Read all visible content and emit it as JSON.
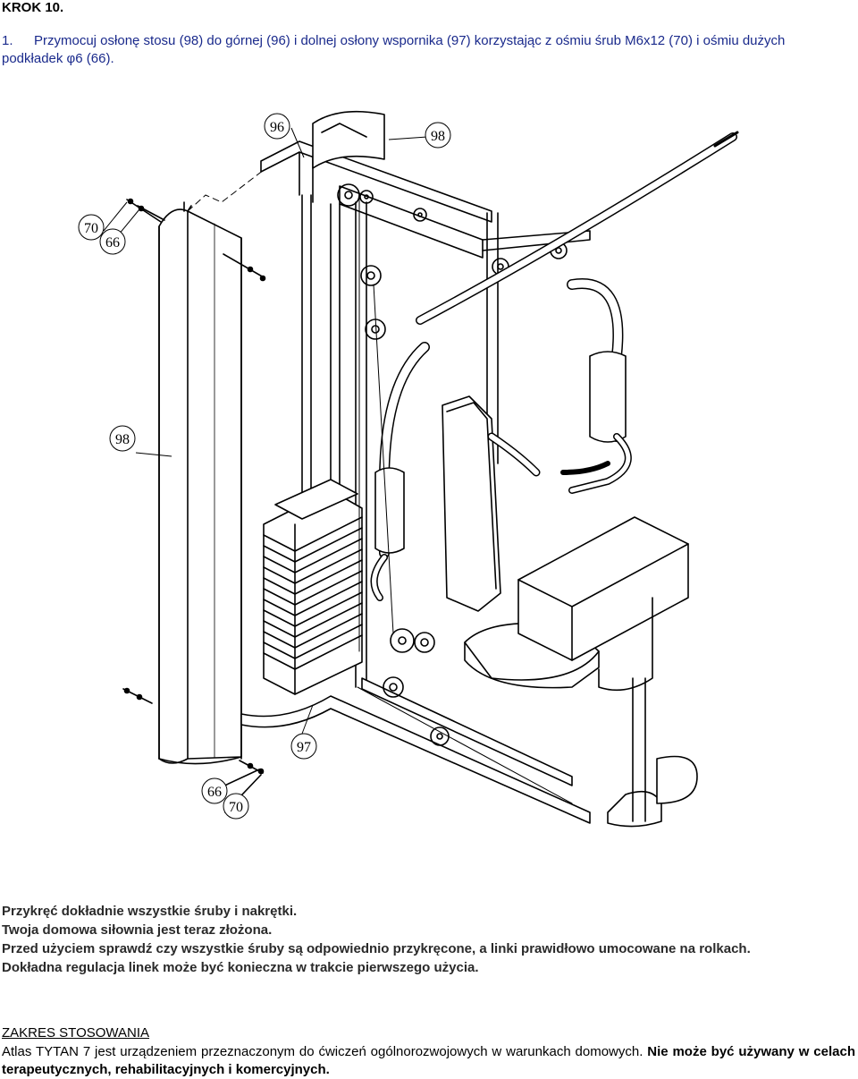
{
  "heading": "KROK 10.",
  "step": {
    "number": "1.",
    "text": "Przymocuj osłonę stosu (98) do górnej (96) i dolnej osłony wspornika (97) korzystając z ośmiu śrub M6x12 (70) i ośmiu dużych podkładek φ6 (66)."
  },
  "figure": {
    "callouts": {
      "c96": "96",
      "c98_top": "98",
      "c70_top": "70",
      "c66_top": "66",
      "c98_side": "98",
      "c97": "97",
      "c66_bottom": "66",
      "c70_bottom": "70"
    }
  },
  "notes": [
    "Przykręć dokładnie wszystkie śruby i nakrętki.",
    "Twoja domowa siłownia jest teraz złożona.",
    "Przed użyciem sprawdź czy wszystkie śruby są odpowiednio przykręcone, a linki prawidłowo umocowane na rolkach.",
    "Dokładna regulacja linek może być konieczna w trakcie pierwszego użycia."
  ],
  "scope": {
    "title": "ZAKRES STOSOWANIA",
    "text": "Atlas TYTAN 7 jest urządzeniem przeznaczonym do ćwiczeń ogólnorozwojowych w warunkach domowych. ",
    "bold": "Nie może być używany w celach terapeutycznych, rehabilitacyjnych i komercyjnych."
  }
}
